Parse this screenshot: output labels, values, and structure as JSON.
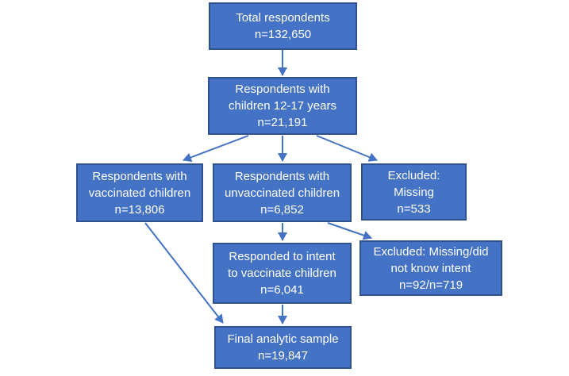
{
  "flowchart": {
    "colors": {
      "background": "#FFFFFF",
      "box_fill": "#4472C4",
      "box_border": "#2F528F",
      "arrow": "#4472C4",
      "text": "#FFFFFF"
    },
    "nodes": [
      {
        "id": "total-respondents",
        "lines": [
          "Total respondents",
          "n=132,650"
        ]
      },
      {
        "id": "children-12-17",
        "lines": [
          "Respondents with",
          "children 12-17 years",
          "n=21,191"
        ]
      },
      {
        "id": "vaccinated-children",
        "lines": [
          "Respondents with",
          "vaccinated children",
          "n=13,806"
        ]
      },
      {
        "id": "unvaccinated-children",
        "lines": [
          "Respondents with",
          "unvaccinated children",
          "n=6,852"
        ]
      },
      {
        "id": "excluded-missing",
        "lines": [
          "Excluded:",
          "Missing",
          "n=533"
        ]
      },
      {
        "id": "intent-to-vaccinate",
        "lines": [
          "Responded to intent",
          "to vaccinate children",
          "n=6,041"
        ]
      },
      {
        "id": "excluded-missing-intent",
        "lines": [
          "Excluded: Missing/did",
          "not know intent",
          "n=92/n=719"
        ]
      },
      {
        "id": "final-analytic-sample",
        "lines": [
          "Final analytic sample",
          "n=19,847"
        ]
      }
    ],
    "edges": [
      {
        "from": "total-respondents",
        "to": "children-12-17"
      },
      {
        "from": "children-12-17",
        "to": "vaccinated-children"
      },
      {
        "from": "children-12-17",
        "to": "unvaccinated-children"
      },
      {
        "from": "children-12-17",
        "to": "excluded-missing"
      },
      {
        "from": "vaccinated-children",
        "to": "final-analytic-sample"
      },
      {
        "from": "unvaccinated-children",
        "to": "intent-to-vaccinate"
      },
      {
        "from": "unvaccinated-children",
        "to": "excluded-missing-intent"
      },
      {
        "from": "intent-to-vaccinate",
        "to": "final-analytic-sample"
      }
    ]
  }
}
